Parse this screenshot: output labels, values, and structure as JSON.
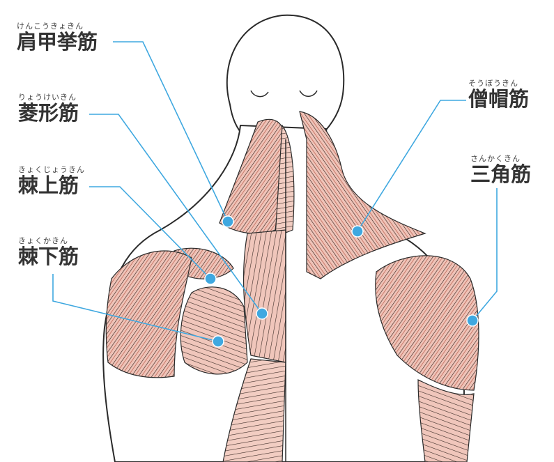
{
  "colors": {
    "accent": "#3fa8e0",
    "muscle": "#e8a899",
    "muscle_dark": "#b8574a",
    "line_ink": "#2a2a2a"
  },
  "labels": [
    {
      "id": "levator-scapulae",
      "ruby": "けんこうきょきん",
      "name": "肩甲挙筋"
    },
    {
      "id": "rhomboid",
      "ruby": "りょうけいきん",
      "name": "菱形筋"
    },
    {
      "id": "supraspinatus",
      "ruby": "きょくじょうきん",
      "name": "棘上筋"
    },
    {
      "id": "infraspinatus",
      "ruby": "きょくかきん",
      "name": "棘下筋"
    },
    {
      "id": "trapezius",
      "ruby": "そうぼうきん",
      "name": "僧帽筋"
    },
    {
      "id": "deltoid",
      "ruby": "さんかくきん",
      "name": "三角筋"
    }
  ]
}
